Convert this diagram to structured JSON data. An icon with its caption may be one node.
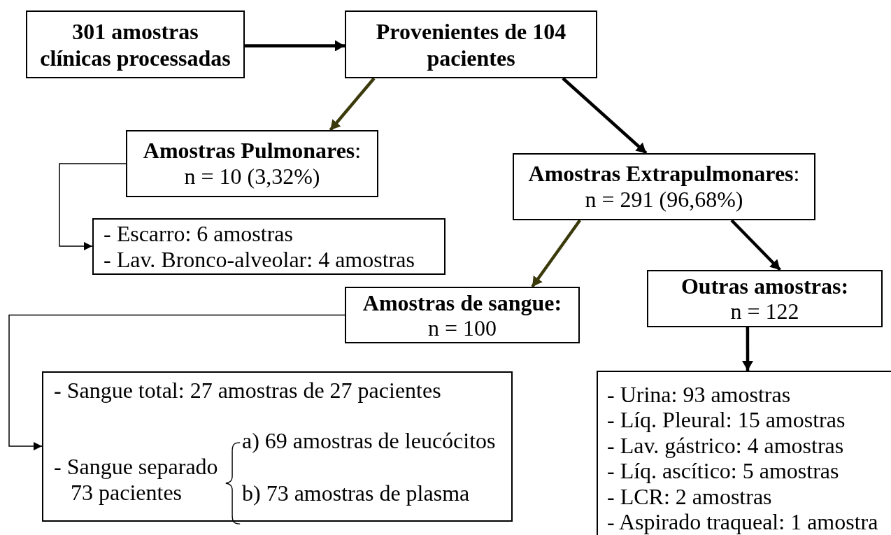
{
  "diagram": {
    "nodes": [
      {
        "text": [
          "301 amostras clínicas processadas"
        ]
      },
      {
        "text": [
          "Provenientes de 104 pacientes"
        ]
      },
      {
        "text": [
          "**Amostras Pulmonares**:",
          "n = 10 (3,32%)"
        ]
      },
      {
        "text": [
          "- Escarro: 6 amostras",
          "- Lav. Bronco-alveolar: 4 amostras"
        ]
      },
      {
        "text": [
          "**Amostras Extrapulmonares**:",
          "n = 291 (96,68%)"
        ]
      },
      {
        "text": [
          "Amostras de sangue:",
          "n = 100"
        ]
      },
      {
        "text": [
          "Outras amostras:",
          "n = 122"
        ]
      },
      {
        "text": [
          "- Sangue total: 27 amostras de 27 pacientes",
          "- Sangue separado 73 pacientes",
          "a) 69 amostras de leucócitos",
          "b) 73 amostras de plasma"
        ]
      },
      {
        "text": [
          "- Urina: 93 amostras",
          "- Líq. Pleural: 15 amostras",
          "- Lav. gástrico: 4 amostras",
          "- Líq. ascítico: 5 amostras",
          "- LCR: 2 amostras",
          "- Aspirado traqueal: 1 amostra"
        ]
      }
    ],
    "edges": [
      {
        "from": 0,
        "to": 1,
        "arrow": "to"
      },
      {
        "from": 1,
        "to": 2,
        "arrow": "to",
        "color": "#3b3a0b"
      },
      {
        "from": 1,
        "to": 4,
        "arrow": "to"
      },
      {
        "from": 2,
        "to": 3,
        "arrow": "to"
      },
      {
        "from": 4,
        "to": 5,
        "arrow": "to",
        "color": "#3b3a0b"
      },
      {
        "from": 4,
        "to": 6,
        "arrow": "to"
      },
      {
        "from": 6,
        "to": 8,
        "arrow": "to"
      },
      {
        "from": 5,
        "to": 7,
        "arrow": "to"
      }
    ]
  }
}
